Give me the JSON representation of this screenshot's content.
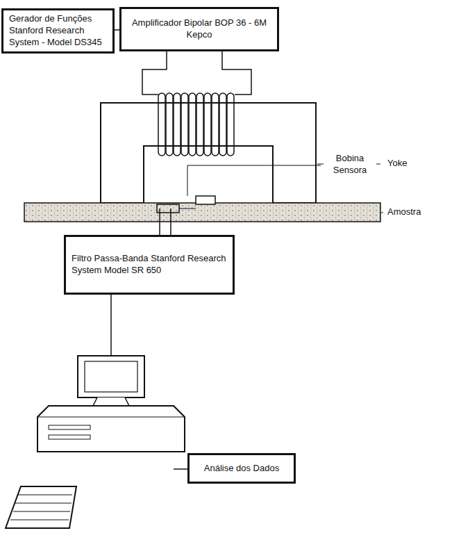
{
  "diagram": {
    "nodes": [
      {
        "text": [
          "Gerador de Funções Stanford Research System - Model DS345"
        ]
      },
      {
        "text": [
          "Amplificador Bipolar BOP 36 - 6M Kepco"
        ]
      },
      {
        "text": [
          "Filtro Passa-Banda Stanford Research System Model SR 650"
        ]
      },
      {
        "text": [
          "Análise dos Dados"
        ]
      }
    ],
    "edges": [
      {
        "from": 0,
        "to": 1,
        "arrow": "none"
      }
    ],
    "labels": [
      "Yoke",
      "Bobina Sensora",
      "Amostra"
    ]
  }
}
